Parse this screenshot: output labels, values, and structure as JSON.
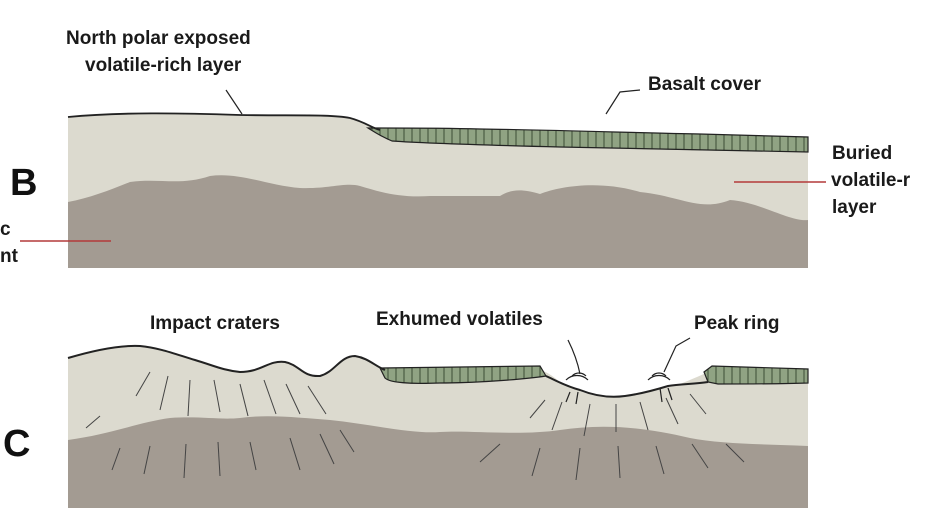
{
  "colors": {
    "upper_layer": "#dcdacf",
    "lower_layer": "#a39b92",
    "basalt_fill": "#90a383",
    "basalt_hatch": "#3d4d36",
    "outline": "#222222",
    "leader_red": "#b33a3a"
  },
  "panels": {
    "b": {
      "letter": "B"
    },
    "c": {
      "letter": "C"
    }
  },
  "labels": {
    "north_polar": [
      "North polar exposed",
      "volatile-rich layer"
    ],
    "basalt_cover": "Basalt cover",
    "buried": [
      "Buried",
      "volatile-r",
      "layer"
    ],
    "left_cut": [
      "c",
      "nt"
    ],
    "impact_craters": "Impact craters",
    "exhumed_volatiles": "Exhumed volatiles",
    "peak_ring": "Peak ring"
  }
}
